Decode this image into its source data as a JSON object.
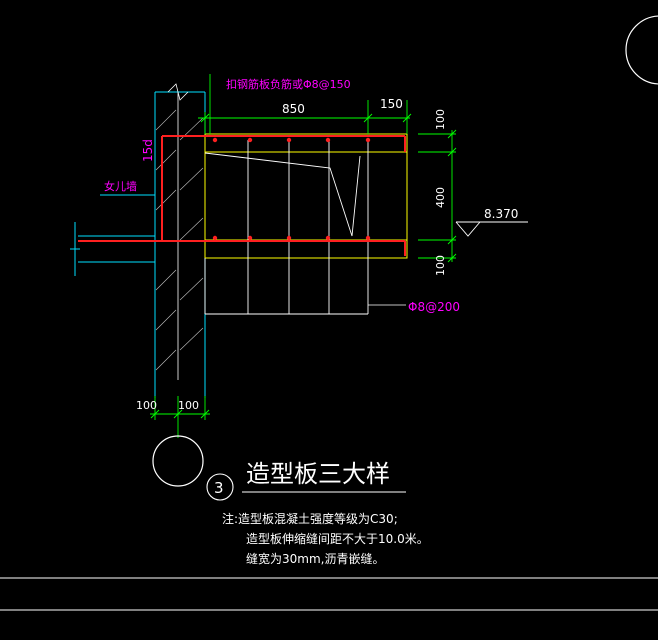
{
  "drawing": {
    "title": "造型板三大样",
    "detail_number": "3",
    "notes": [
      "注:造型板混凝土强度等级为C30;",
      "造型板伸缩缝间距不大于10.0米。",
      "缝宽为30mm,沥青嵌缝。"
    ],
    "labels": {
      "top_rebar_note": "扣钢筋板负筋或Φ8@150",
      "parapet": "女儿墙",
      "anchor_length": "15d",
      "stirrup_note": "Φ8@200",
      "elevation": "8.370"
    },
    "dimensions": {
      "top_span": "850",
      "top_right": "150",
      "right_top": "100",
      "right_mid": "400",
      "right_bottom": "100",
      "bottom_left": "100",
      "bottom_right": "100"
    },
    "colors": {
      "background": "#000000",
      "lines": "#ffffff",
      "rebar": "#ff2020",
      "yellow": "#ffff00",
      "dimension": "#00ff00",
      "cyan": "#00e0ff",
      "magenta": "#ff00ff"
    }
  }
}
